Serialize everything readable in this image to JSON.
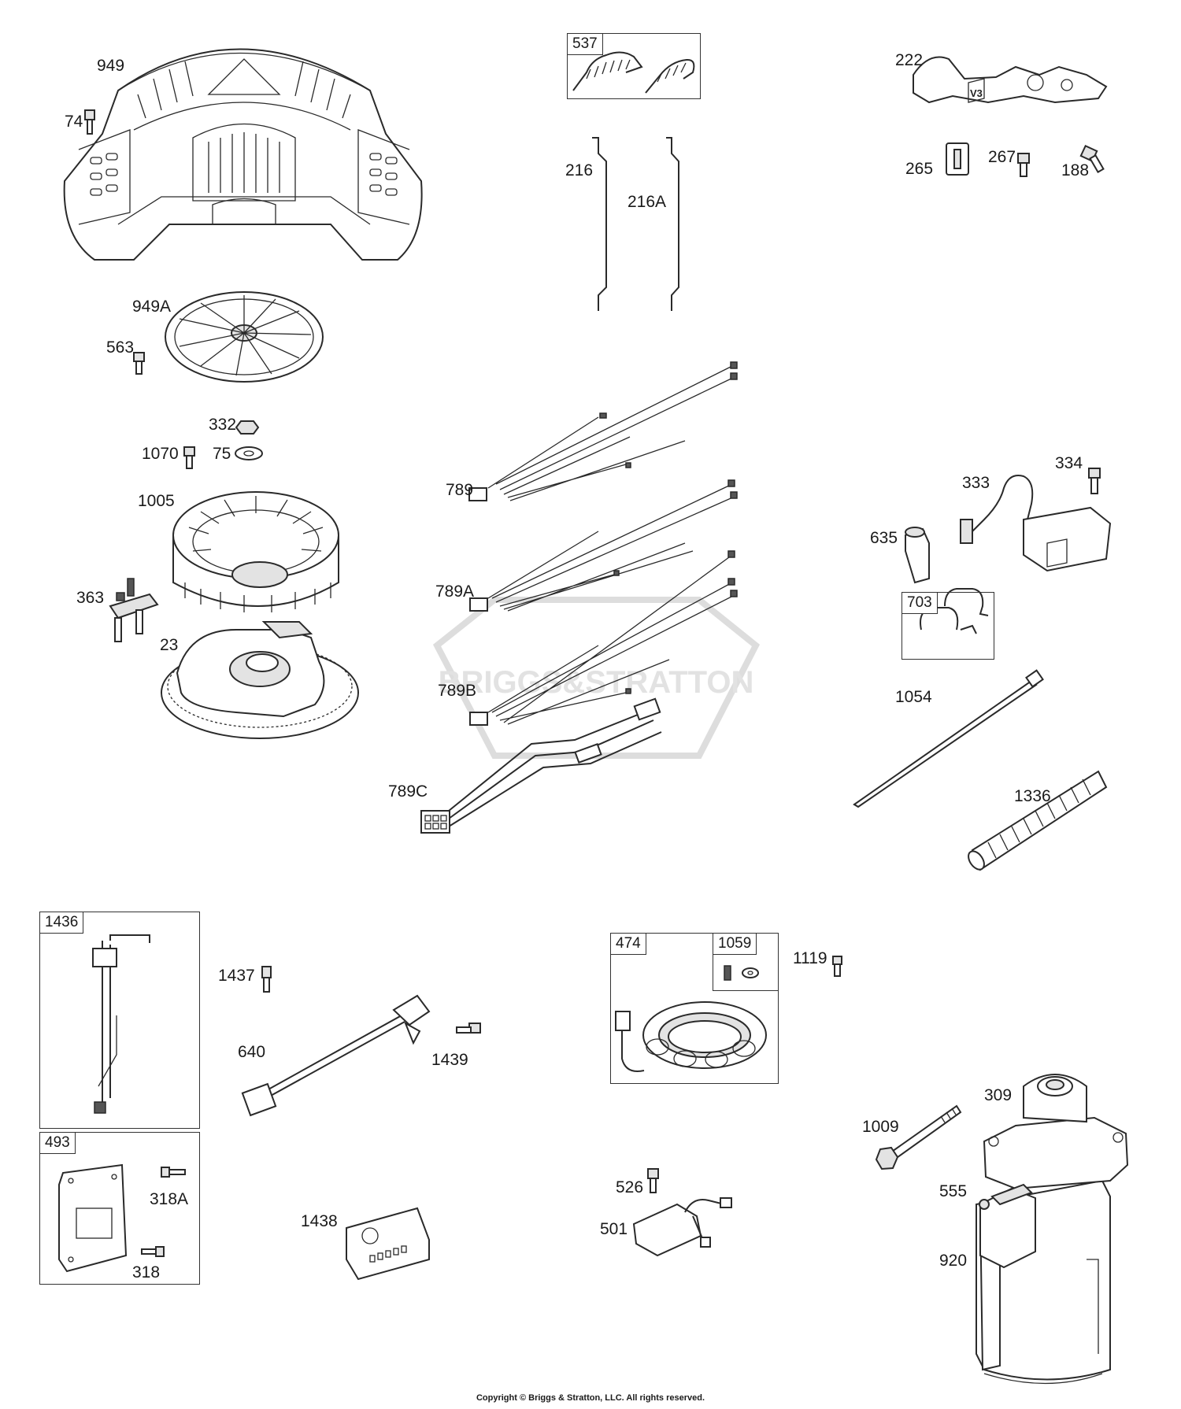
{
  "labels": {
    "p949": "949",
    "p74": "74",
    "p949A": "949A",
    "p563": "563",
    "p332": "332",
    "p1070": "1070",
    "p75": "75",
    "p1005": "1005",
    "p363": "363",
    "p23": "23",
    "p216": "216",
    "p216A": "216A",
    "p789": "789",
    "p789A": "789A",
    "p789B": "789B",
    "p789C": "789C",
    "p222": "222",
    "p265": "265",
    "p267": "267",
    "p188": "188",
    "p334": "334",
    "p333": "333",
    "p635": "635",
    "p1054": "1054",
    "p1336": "1336",
    "p1437": "1437",
    "p640": "640",
    "p1439": "1439",
    "p318A": "318A",
    "p318": "318",
    "p1438": "1438",
    "p1119": "1119",
    "p1009": "1009",
    "p309": "309",
    "p555": "555",
    "p920": "920",
    "p526": "526",
    "p501": "501"
  },
  "boxes": {
    "b537": "537",
    "b703": "703",
    "b1436": "1436",
    "b493": "493",
    "b474": "474",
    "b1059": "1059"
  },
  "watermark": "BRIGGS&STRATTON",
  "copyright": "Copyright © Briggs & Stratton, LLC. All rights reserved."
}
